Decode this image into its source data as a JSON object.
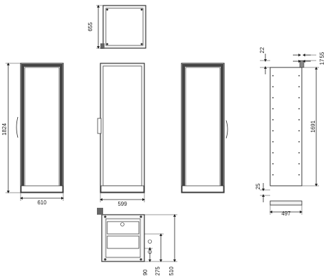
{
  "drawing": {
    "views": [
      {
        "name": "top-view",
        "dims": [
          "655"
        ]
      },
      {
        "name": "front-open-view",
        "dims": [
          "1824",
          "610"
        ]
      },
      {
        "name": "front-closed-view",
        "dims": [
          "599"
        ]
      },
      {
        "name": "side-frame-view",
        "dims": []
      },
      {
        "name": "side-panel-view",
        "dims": [
          "22",
          "55",
          "17",
          "1691",
          "25",
          "497"
        ]
      },
      {
        "name": "bottom-view",
        "dims": [
          "90",
          "275",
          "510"
        ]
      }
    ]
  }
}
